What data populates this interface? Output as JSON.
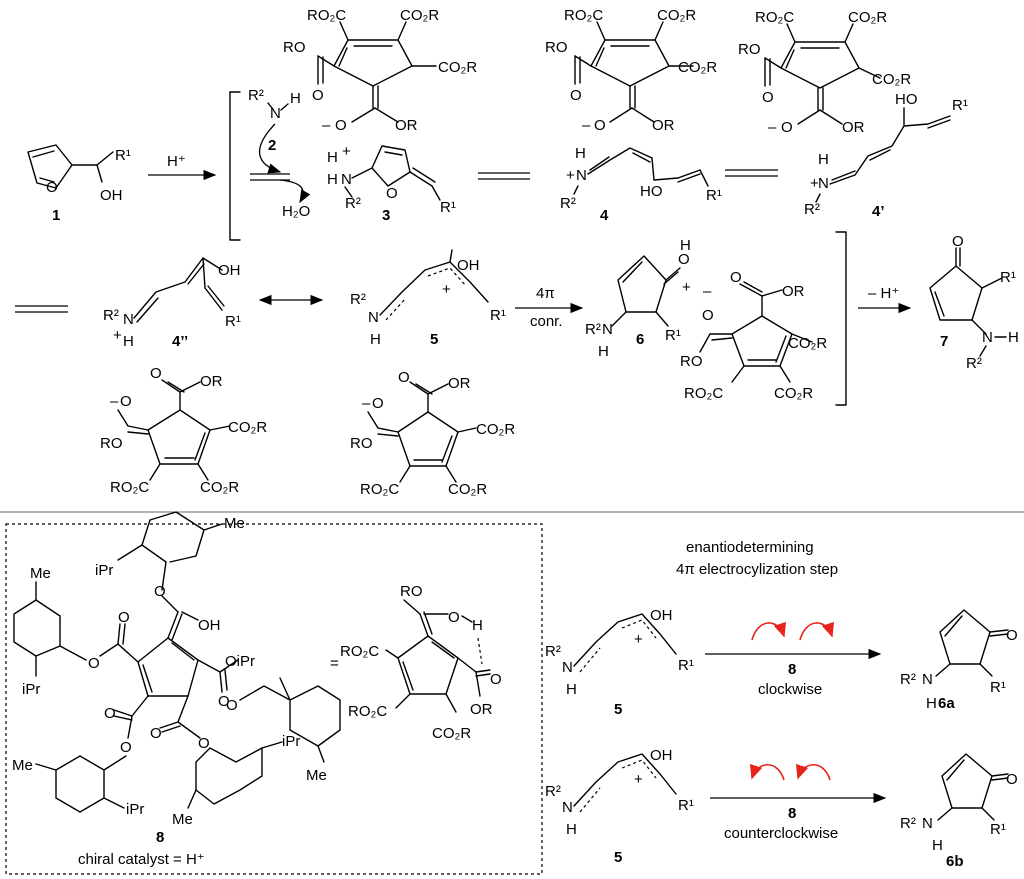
{
  "scheme": {
    "compounds": {
      "c1": "1",
      "c2": "2",
      "c3": "3",
      "c4": "4",
      "c4p": "4’",
      "c4pp": "4’’",
      "c5": "5",
      "c6": "6",
      "c7": "7",
      "c8": "8",
      "c6a": "6a",
      "c6b": "6b"
    },
    "reagents": {
      "acid": "H⁺",
      "water": "H₂O",
      "amine_r": "R²",
      "amine_nh": "NH",
      "four_pi": "4π",
      "conr": "conr.",
      "minus_h": "– H⁺"
    },
    "labels": {
      "R": "R",
      "R1": "R¹",
      "R2": "R²",
      "OH": "OH",
      "HO": "HO",
      "O": "O",
      "N": "N",
      "H": "H",
      "CO2R": "CO₂R",
      "RO2C": "RO₂C",
      "OR": "OR",
      "RO": "RO",
      "Me": "Me",
      "iPr": "iPr",
      "OiPr": "OiPr",
      "plus": "+",
      "minus": "–",
      "equals": "="
    },
    "bottom": {
      "title_line1": "enantiodetermining",
      "title_line2": "4π electrocylization step",
      "catalyst_caption": "chiral catalyst = H⁺",
      "clockwise": "clockwise",
      "counterclockwise": "counterclockwise"
    },
    "colors": {
      "rotation_arrows": "#e8231c",
      "ink": "#000000"
    }
  }
}
